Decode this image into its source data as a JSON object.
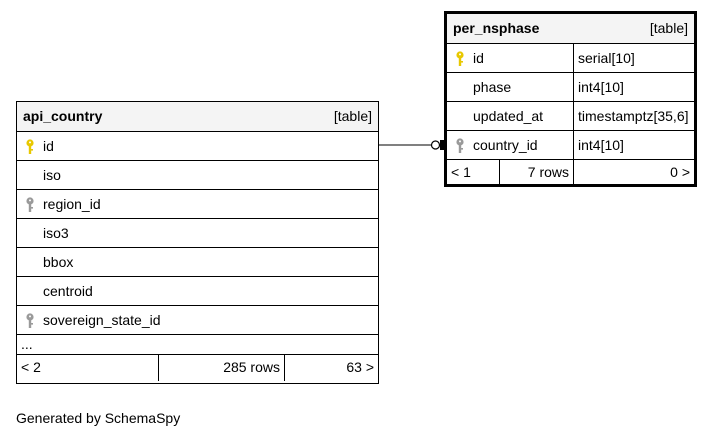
{
  "per_nsphase": {
    "name": "per_nsphase",
    "kind": "[table]",
    "columns": [
      {
        "name": "id",
        "type": "serial[10]",
        "key": "primary"
      },
      {
        "name": "phase",
        "type": "int4[10]",
        "key": "none"
      },
      {
        "name": "updated_at",
        "type": "timestamptz[35,6]",
        "key": "none"
      },
      {
        "name": "country_id",
        "type": "int4[10]",
        "key": "foreign"
      }
    ],
    "footer": {
      "left": "< 1",
      "mid": "7 rows",
      "right": "0 >"
    }
  },
  "api_country": {
    "name": "api_country",
    "kind": "[table]",
    "columns": [
      {
        "name": "id",
        "key": "primary"
      },
      {
        "name": "iso",
        "key": "none"
      },
      {
        "name": "region_id",
        "key": "foreign"
      },
      {
        "name": "iso3",
        "key": "none"
      },
      {
        "name": "bbox",
        "key": "none"
      },
      {
        "name": "centroid",
        "key": "none"
      },
      {
        "name": "sovereign_state_id",
        "key": "foreign"
      }
    ],
    "more": "...",
    "footer": {
      "left": "< 2",
      "mid": "285 rows",
      "right": "63 >"
    }
  },
  "colors": {
    "primary_key": "#e8c800",
    "foreign_key": "#9a9a9a",
    "header_bg": "#f4f4f4"
  },
  "caption": "Generated by SchemaSpy"
}
